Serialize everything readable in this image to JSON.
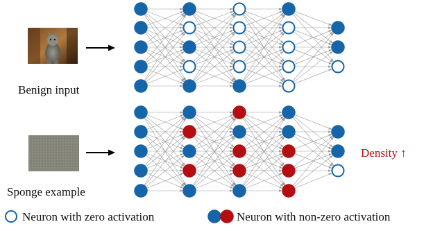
{
  "colors": {
    "neuron_blue": "#1565a8",
    "neuron_red": "#b30e12",
    "edge_gray": "#9a9a9a",
    "density_red": "#b30e12"
  },
  "networks": [
    {
      "name": "benign",
      "label": "Benign input",
      "image_icon": "cat-photo-icon",
      "layers": [
        [
          "b",
          "b",
          "b",
          "b",
          "b"
        ],
        [
          "b",
          "o",
          "b",
          "o",
          "b"
        ],
        [
          "o",
          "o",
          "o",
          "o",
          "b"
        ],
        [
          "b",
          "o",
          "o",
          "o",
          "o"
        ],
        [
          "b",
          "b",
          "o"
        ]
      ]
    },
    {
      "name": "sponge",
      "label": "Sponge example",
      "image_icon": "noise-image-icon",
      "layers": [
        [
          "b",
          "b",
          "b",
          "b",
          "b"
        ],
        [
          "b",
          "r",
          "b",
          "r",
          "b"
        ],
        [
          "r",
          "b",
          "r",
          "r",
          "b"
        ],
        [
          "b",
          "b",
          "r",
          "r",
          "r"
        ],
        [
          "b",
          "b",
          "o"
        ]
      ]
    }
  ],
  "density_label": "Density ↑",
  "legend": {
    "zero_label": "Neuron with zero activation",
    "nonzero_label": "Neuron with non-zero activation"
  }
}
